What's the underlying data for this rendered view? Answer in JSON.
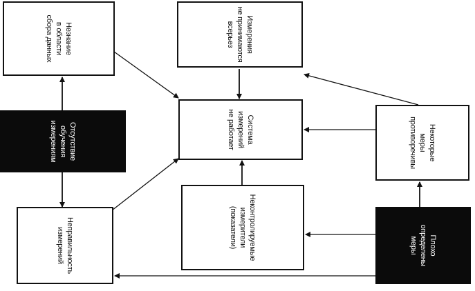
{
  "nodes": {
    "lack_of_knowledge": {
      "text": "Незнание\nв области\nсбора данных"
    },
    "measures_not_taken_seriously": {
      "text": "Измерения\nне принимаются\nвсерьез"
    },
    "lack_of_training": {
      "text": "Отсутствие\nобучения\nизмерениям"
    },
    "system_not_working": {
      "text": "Система\nизмерений\nне работает"
    },
    "contradictory_measures": {
      "text": "Некоторые меры\nпротиворечивы"
    },
    "uncontrolled_meters": {
      "text": "Неконтролируемые\nизмерители\n(показатели)"
    },
    "incorrect_measurements": {
      "text": "Неправильность\nизмерений"
    },
    "poorly_defined_measures": {
      "text": "Плохо\nопределены меры"
    }
  }
}
